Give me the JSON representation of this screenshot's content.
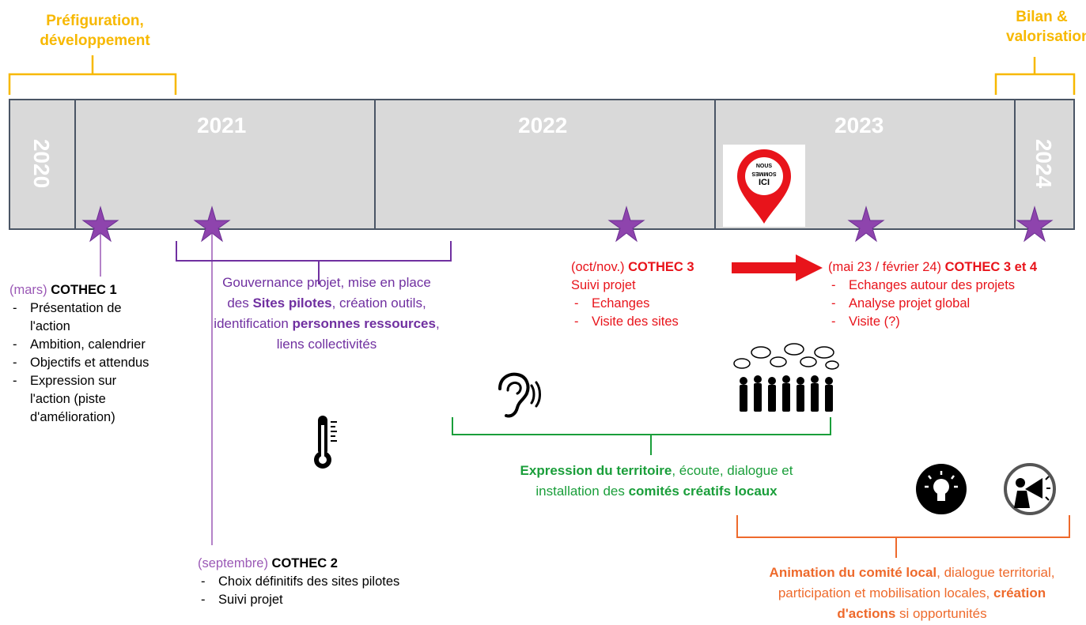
{
  "phases": {
    "left": "Préfiguration, développement",
    "right": "Bilan & valorisation"
  },
  "years": [
    "2020",
    "2021",
    "2022",
    "2023",
    "2024"
  ],
  "marker_text": [
    "NOUS",
    "SOMMES",
    "ICI"
  ],
  "cothec1": {
    "month": "(mars)",
    "title": "COTHEC 1",
    "items": [
      "Présentation de l'action",
      "Ambition, calendrier",
      "Objectifs et attendus",
      "Expression sur l'action (piste d'amélioration)"
    ]
  },
  "gouvernance": {
    "p1": "Gouvernance projet, mise en place des ",
    "b1": "Sites pilotes",
    "p2": ", création outils, identification ",
    "b2": "personnes ressources",
    "p3": ", liens collectivités"
  },
  "cothec2": {
    "month": "(septembre)",
    "title": "COTHEC 2",
    "items": [
      "Choix définitifs des sites pilotes",
      "Suivi projet"
    ]
  },
  "cothec3": {
    "month": "(oct/nov.)",
    "title": "COTHEC 3",
    "sub": "Suivi projet",
    "items": [
      "Echanges",
      "Visite des sites"
    ]
  },
  "cothec34": {
    "month": "(mai 23 / février 24)",
    "title": "COTHEC 3 et 4",
    "items": [
      "Echanges autour des projets",
      "Analyse projet global",
      "Visite (?)"
    ]
  },
  "expression": {
    "b1": "Expression du territoire",
    "p1": ", écoute, dialogue et installation des ",
    "b2": "comités créatifs locaux"
  },
  "animation": {
    "b1": "Animation du comité local",
    "p1": ", dialogue territorial, participation et mobilisation locales, ",
    "b2": "création d'actions",
    "p2": " si opportunités"
  },
  "colors": {
    "phase": "#f7b800",
    "bar": "#d9d9d9",
    "border": "#4a5565",
    "star": "#9b59b6",
    "purple_text": "#7030a0",
    "red": "#e8141b",
    "green": "#1a9e3a",
    "orange": "#ee6a2c"
  },
  "icons": [
    "location-pin-icon",
    "ear-icon",
    "crowd-talking-icon",
    "thermometer-icon",
    "lightbulb-icon",
    "megaphone-icon",
    "star-icon",
    "right-arrow-icon"
  ]
}
